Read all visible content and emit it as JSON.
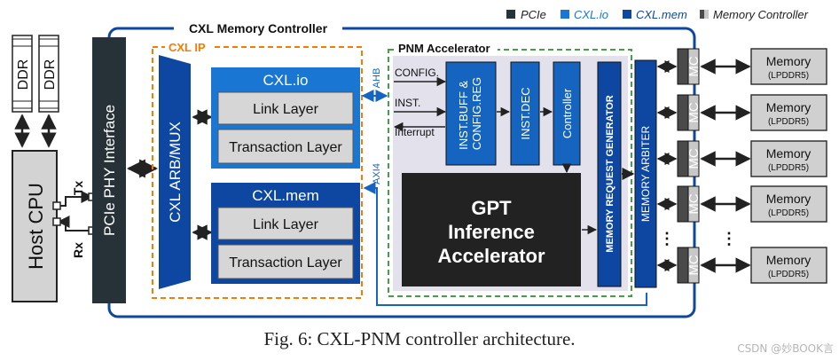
{
  "legend": [
    {
      "label": "PCIe",
      "color": "#263238"
    },
    {
      "label": "CXL.io",
      "color": "#1976d2"
    },
    {
      "label": "CXL.mem",
      "color": "#0d47a1"
    },
    {
      "label": "Memory Controller",
      "color": "#4a4a4a"
    }
  ],
  "controller": {
    "title": "CXL Memory Controller"
  },
  "host": {
    "ddr_labels": [
      "DDR",
      "DDR"
    ],
    "cpu_label": "Host CPU",
    "tx_label": "Tx",
    "rx_label": "Rx"
  },
  "pcie": {
    "label": "PCIe PHY Interface"
  },
  "cxl_ip": {
    "title": "CXL IP",
    "arb_label": "CXL ARB/MUX",
    "blocks": [
      {
        "title": "CXL.io",
        "layers": [
          "Link Layer",
          "Transaction Layer"
        ]
      },
      {
        "title": "CXL.mem",
        "layers": [
          "Link Layer",
          "Transaction Layer"
        ]
      }
    ]
  },
  "bus": {
    "ahb": "AHB",
    "axi4": "AXI4"
  },
  "pnm": {
    "title": "PNM Accelerator",
    "signals": [
      "CONFIG.",
      "INST.",
      "Interrupt"
    ],
    "inst_buff": "INST.BUFF & CONFIG.REG",
    "inst_dec": "INST.DEC",
    "controller": "Controller",
    "gpt": [
      "GPT",
      "Inference",
      "Accelerator"
    ],
    "mem_req_gen": "MEMORY REQUEST GENERATOR"
  },
  "arbiter": {
    "label": "MEMORY ARBITER"
  },
  "mc_label": "MC",
  "memory": {
    "label": "Memory",
    "sub": "(LPDDR5)"
  },
  "ellipsis": "⋮",
  "caption": "Fig. 6: CXL-PNM controller architecture.",
  "watermark": "CSDN @妙BOOK言"
}
